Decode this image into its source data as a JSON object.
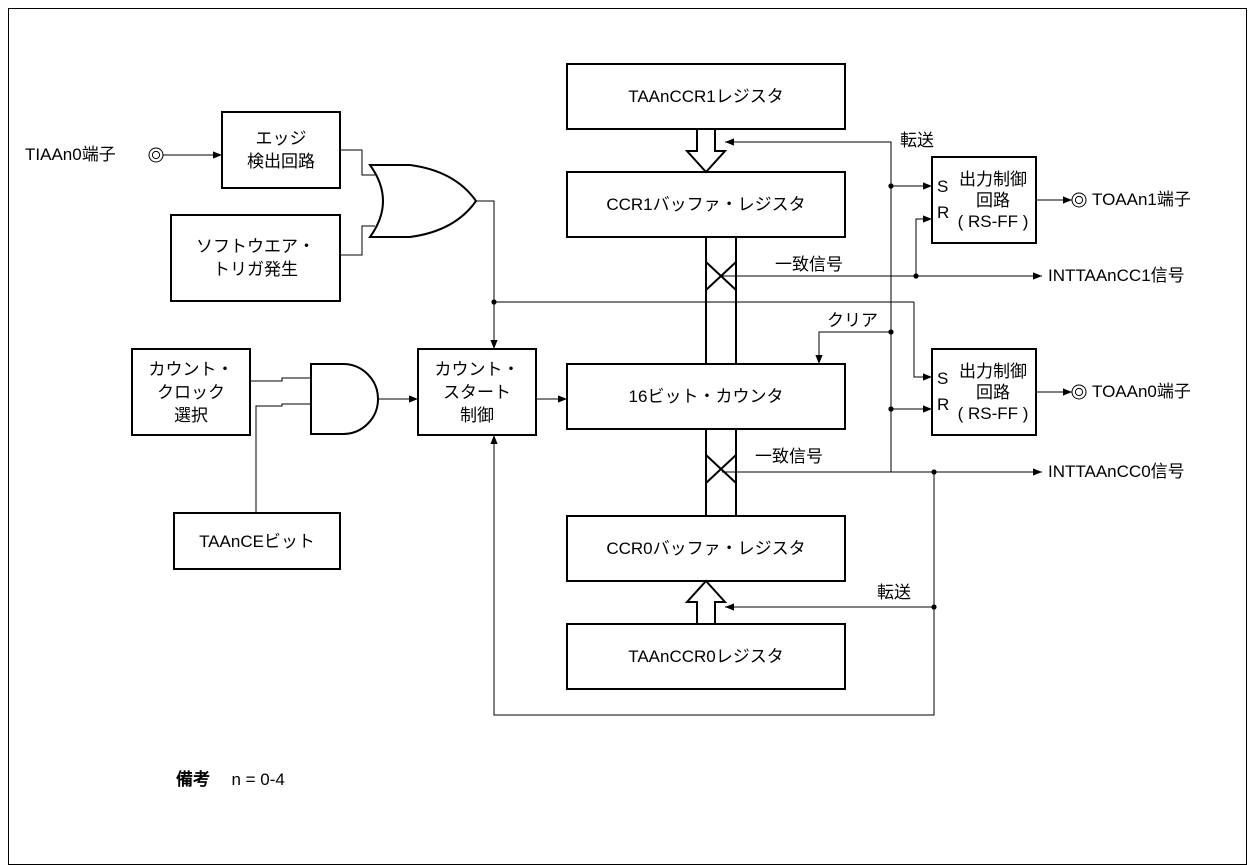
{
  "blocks": {
    "edge_detect": [
      "エッジ",
      "検出回路"
    ],
    "software_trigger": [
      "ソフトウエア・",
      "トリガ発生"
    ],
    "count_clock_select": [
      "カウント・",
      "クロック",
      "選択"
    ],
    "taance_bit": [
      "TAAnCEビット"
    ],
    "count_start_control": [
      "カウント・",
      "スタート",
      "制御"
    ],
    "taanccr1_register": [
      "TAAnCCR1レジスタ"
    ],
    "ccr1_buffer_register": [
      "CCR1バッファ・レジスタ"
    ],
    "counter_16bit": [
      "16ビット・カウンタ"
    ],
    "ccr0_buffer_register": [
      "CCR0バッファ・レジスタ"
    ],
    "taanccr0_register": [
      "TAAnCCR0レジスタ"
    ],
    "output_control_1": [
      "出力制御",
      "回路",
      "( RS-FF )"
    ],
    "output_control_0": [
      "出力制御",
      "回路",
      "( RS-FF )"
    ]
  },
  "pins": {
    "tiaan0": "TIAAn0端子",
    "toaan1": "TOAAn1端子",
    "toaan0": "TOAAn0端子"
  },
  "signals": {
    "transfer_top": "転送",
    "transfer_bottom": "転送",
    "match_1": "一致信号",
    "match_0": "一致信号",
    "clear": "クリア",
    "intcc1": "INTTAAnCC1信号",
    "intcc0": "INTTAAnCC0信号",
    "set": "S",
    "reset": "R"
  },
  "remark": {
    "label": "備考",
    "text": "n = 0-4"
  }
}
